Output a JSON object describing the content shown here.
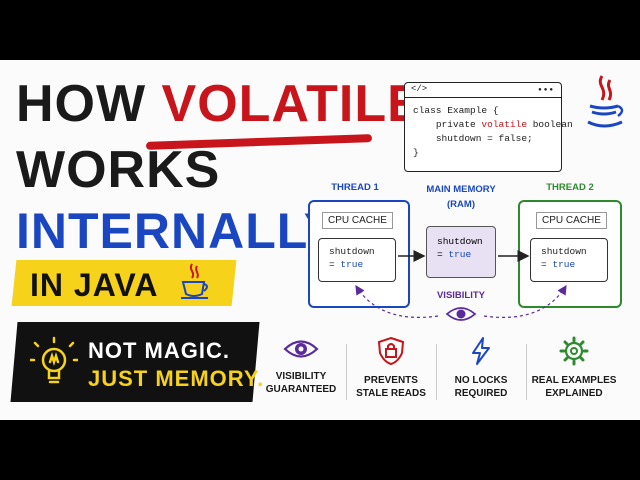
{
  "title": {
    "how": "HOW",
    "volatile": "VOLATILE",
    "works": "WORKS",
    "internally": "INTERNALLY",
    "in_java": "IN JAVA"
  },
  "banner": {
    "line1": "NOT MAGIC.",
    "line2": "JUST MEMORY."
  },
  "code": {
    "tag": "</>",
    "line1": "class Example {",
    "line2_pre": "private ",
    "line2_kw": "volatile",
    "line2_post": " boolean",
    "line3": "shutdown = false;",
    "line4": "}"
  },
  "diagram": {
    "thread1": "THREAD 1",
    "main_memory": "MAIN MEMORY",
    "ram": "(RAM)",
    "thread2": "THREAD 2",
    "cpu_cache": "CPU CACHE",
    "var": "shutdown",
    "eq": "= ",
    "val": "true",
    "visibility": "VISIBILITY"
  },
  "features": [
    {
      "line1": "VISIBILITY",
      "line2": "GUARANTEED",
      "icon": "eye-icon"
    },
    {
      "line1": "PREVENTS",
      "line2": "STALE READS",
      "icon": "lock-shield-icon"
    },
    {
      "line1": "NO LOCKS",
      "line2": "REQUIRED",
      "icon": "lightning-icon"
    },
    {
      "line1": "REAL EXAMPLES",
      "line2": "EXPLAINED",
      "icon": "gear-icon"
    }
  ],
  "colors": {
    "red": "#c8141b",
    "blue": "#1a47c1",
    "yellow": "#f6d21b",
    "green": "#2e8a2e",
    "purple": "#5b2a9b"
  }
}
